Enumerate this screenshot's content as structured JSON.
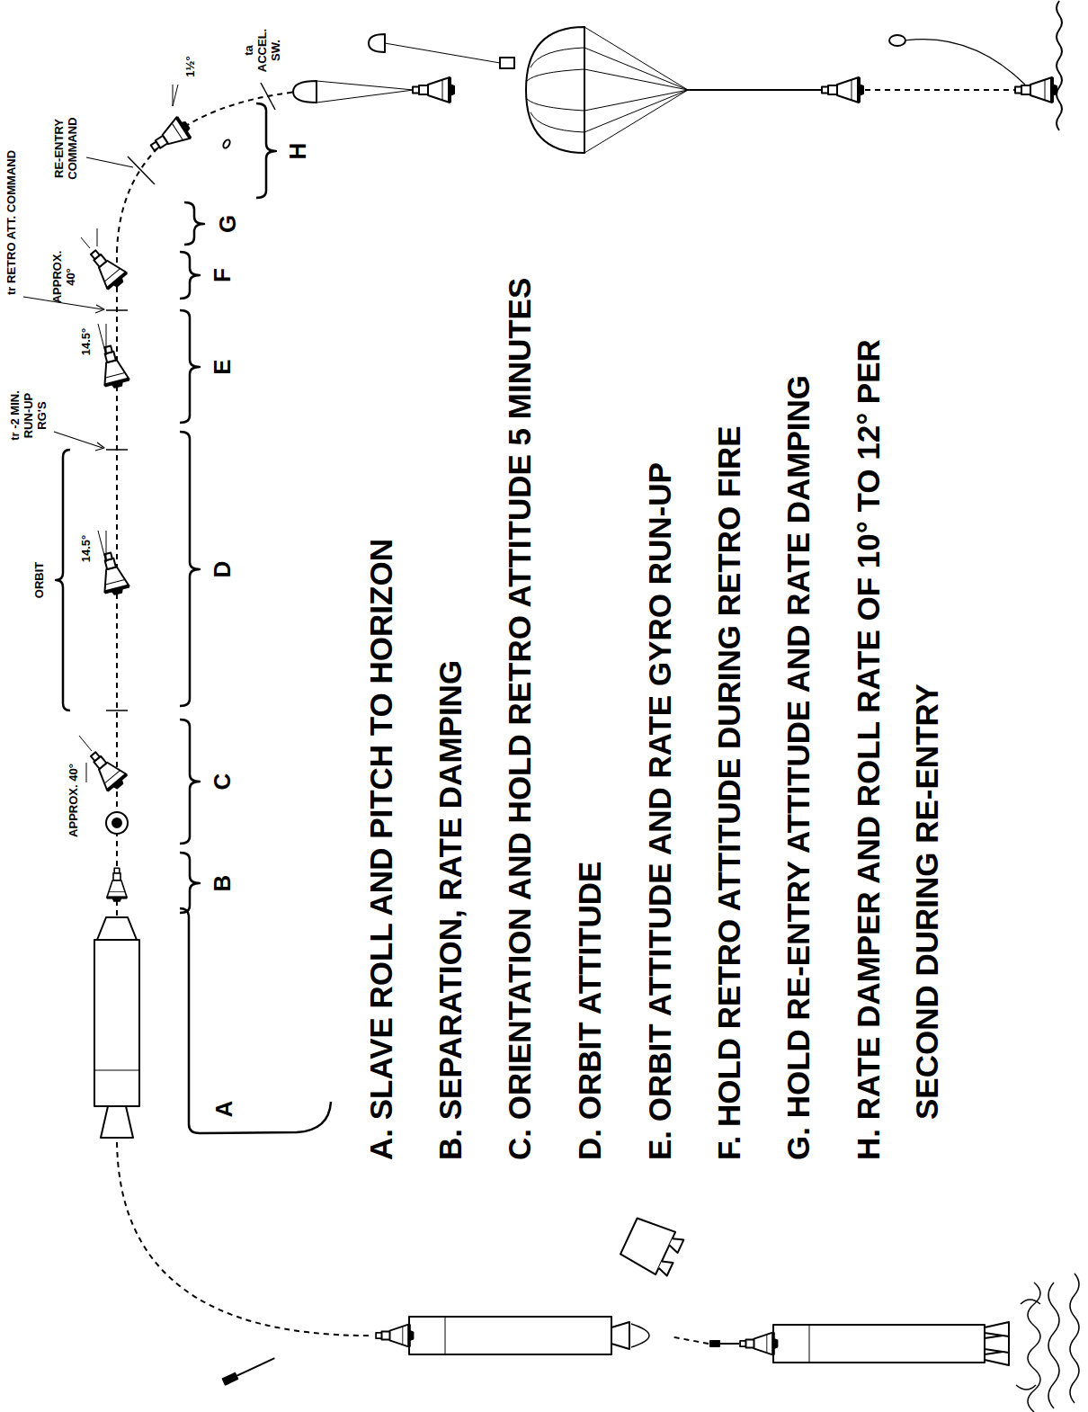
{
  "diagram": {
    "labels": [
      "APPROX. 40°",
      "ORBIT",
      "14.5°",
      "tr -2 MIN. RUN-UP RG'S",
      "14.5°",
      "tr RETRO ATT. COMMAND",
      "APPROX. 40°",
      "RE-ENTRY COMMAND",
      "1½°",
      "ta ACCEL. SW.",
      "A",
      "B",
      "C",
      "D",
      "E",
      "F",
      "G",
      "H",
      "A. SLAVE ROLL AND PITCH TO HORIZON",
      "B. SEPARATION, RATE DAMPING",
      "C. ORIENTATION AND HOLD RETRO ATTITUDE 5 MINUTES",
      "D. ORBIT ATTITUDE",
      "E. ORBIT ATTITUDE AND RATE GYRO RUN-UP",
      "F. HOLD RETRO ATTITUDE DURING RETRO FIRE",
      "G. HOLD RE-ENTRY ATTITUDE AND RATE DAMPING",
      "H. RATE DAMPER AND ROLL RATE OF 10° TO 12° PER SECOND DURING RE-ENTRY"
    ]
  }
}
